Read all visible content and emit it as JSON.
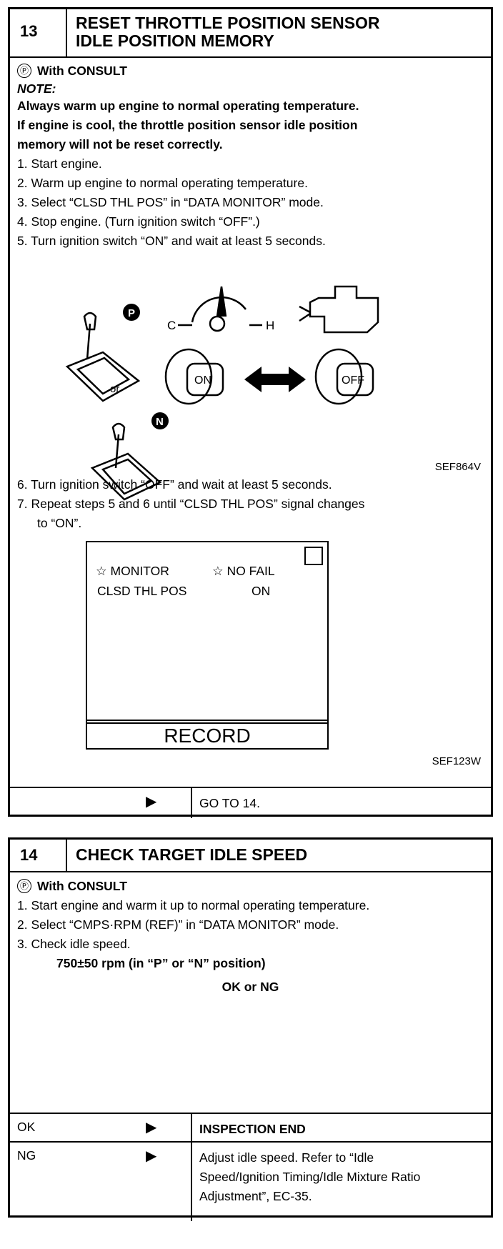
{
  "step13": {
    "number": "13",
    "title_line1": "RESET THROTTLE POSITION SENSOR",
    "title_line2": "IDLE POSITION MEMORY",
    "consult_icon": "Ⓟ",
    "consult_label": "With CONSULT",
    "note_label": "NOTE:",
    "note_lines": [
      "Always warm up engine to normal operating temperature.",
      "If engine is cool, the throttle position sensor idle position",
      "memory will not be reset correctly."
    ],
    "steps_a": [
      "1.  Start engine.",
      "2.  Warm up engine to normal operating temperature.",
      "3.  Select “CLSD THL POS” in “DATA MONITOR” mode.",
      "4.  Stop engine. (Turn ignition switch “OFF”.)",
      "5.  Turn ignition switch “ON” and wait at least 5 seconds."
    ],
    "figure1": {
      "gauge_c": "C",
      "gauge_h": "H",
      "shift_p": "P",
      "shift_n": "N",
      "or_text": "or",
      "key_on": "ON",
      "key_off": "OFF",
      "caption": "SEF864V"
    },
    "steps_b": [
      "6.  Turn ignition switch “OFF” and wait at least 5 seconds.",
      "7.  Repeat steps 5 and 6 until “CLSD THL POS” signal changes to “ON”."
    ],
    "figure2": {
      "monitor_label": "☆ MONITOR",
      "nofail_label": "☆ NO FAIL",
      "item_name": "CLSD THL POS",
      "item_value": "ON",
      "record_label": "RECORD",
      "caption": "SEF123W"
    },
    "result": {
      "arrow": "▶",
      "text": "GO TO 14."
    }
  },
  "step14": {
    "number": "14",
    "title": "CHECK TARGET IDLE SPEED",
    "consult_icon": "Ⓟ",
    "consult_label": "With CONSULT",
    "steps": [
      "1.  Start engine and warm it up to normal operating temperature.",
      "2.  Select “CMPS·RPM (REF)” in “DATA MONITOR” mode.",
      "3.  Check idle speed."
    ],
    "spec": "750±50 rpm (in “P” or “N” position)",
    "ok_or_ng": "OK or NG",
    "ok_label": "OK",
    "ok_arrow": "▶",
    "ok_result": "INSPECTION END",
    "ng_label": "NG",
    "ng_arrow": "▶",
    "ng_result": "Adjust idle speed. Refer to “Idle Speed/Ignition Timing/Idle Mixture Ratio Adjustment”, EC-35."
  }
}
